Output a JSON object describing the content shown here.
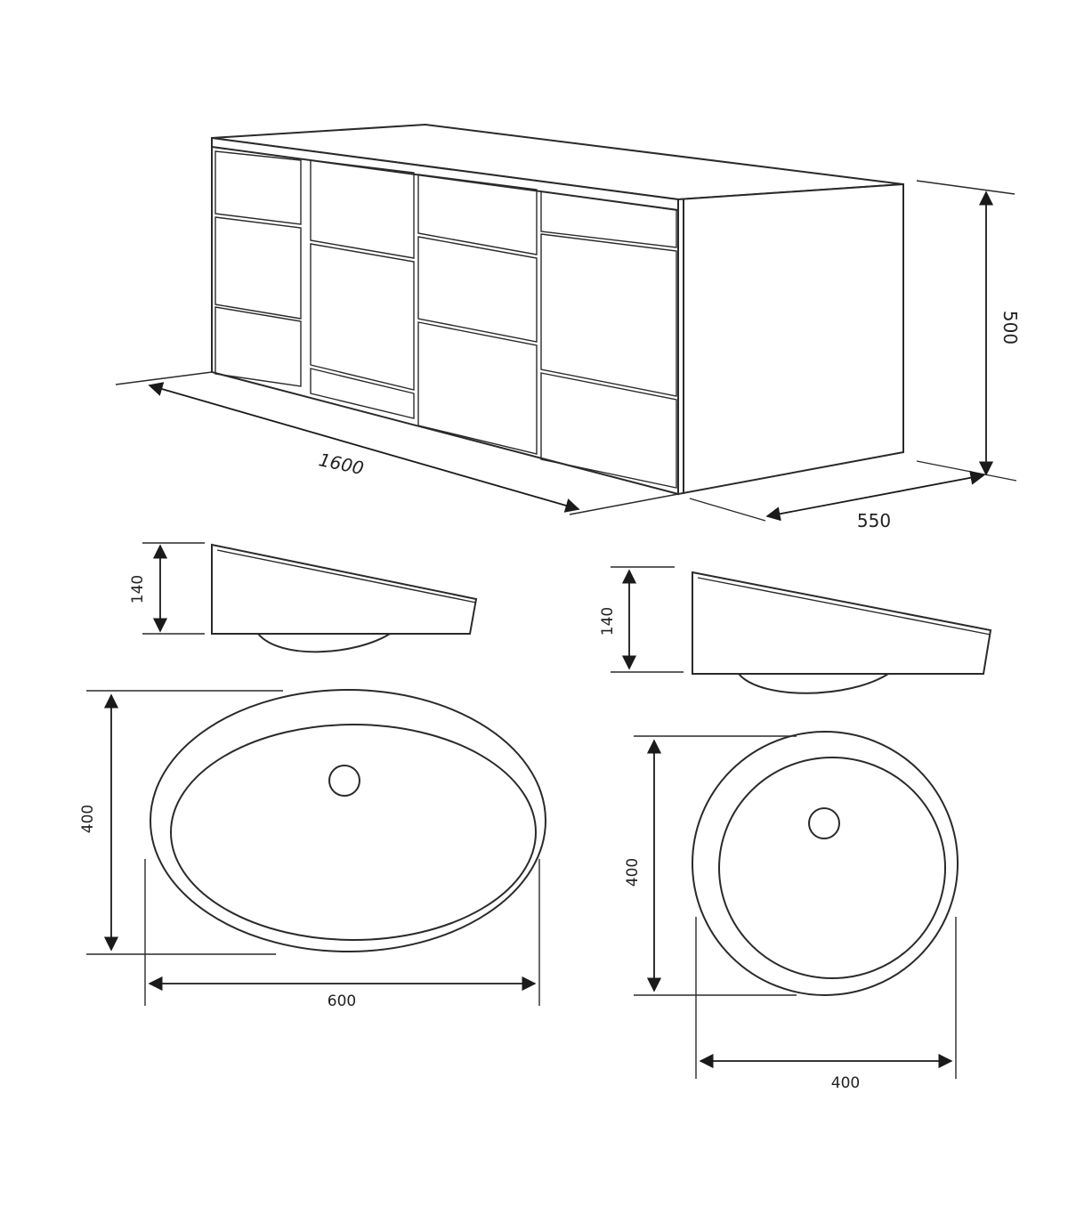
{
  "cabinet": {
    "width_label": "1600",
    "depth_label": "550",
    "height_label": "500"
  },
  "basin_oval": {
    "height_label": "140",
    "depth_label": "400",
    "width_label": "600"
  },
  "basin_round": {
    "height_label": "140",
    "depth_label": "400",
    "width_label": "400"
  },
  "colors": {
    "line": "#2a2a2a",
    "background": "#ffffff"
  }
}
